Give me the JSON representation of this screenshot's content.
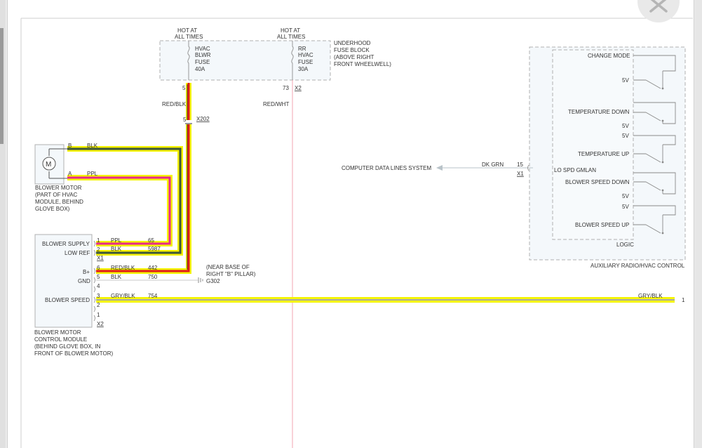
{
  "colors": {
    "highlight": "#f4f400",
    "red": "#e01919",
    "pink": "#e8288a",
    "black": "#222222",
    "green": "#3a7a3a",
    "gray": "#a8a8a8",
    "redwht": "#f3a6b0",
    "box_stroke": "#b0b0b0",
    "box_fill": "#f4f8fb"
  },
  "toolbar": {
    "close_icon": "close-icon"
  },
  "fuse_block": {
    "hot1": [
      "HOT AT",
      "ALL TIMES"
    ],
    "hot2": [
      "HOT AT",
      "ALL TIMES"
    ],
    "fuse1": [
      "HVAC",
      "BLWR",
      "FUSE",
      "40A"
    ],
    "fuse2": [
      "RR",
      "HVAC",
      "FUSE",
      "30A"
    ],
    "label": [
      "UNDERHOOD",
      "FUSE BLOCK",
      "(ABOVE RIGHT",
      "FRONT WHEELWELL)"
    ],
    "pin1": "5",
    "pin2": "73",
    "connector": "X2"
  },
  "wires": {
    "redblk_label": "RED/BLK",
    "redwht_label": "RED/WHT",
    "x202_pin": "5",
    "x202": "X202",
    "blk": "BLK",
    "ppl": "PPL",
    "dkgrn": "DK GRN",
    "gryblk_right": "GRY/BLK",
    "gryblk_pin": "1"
  },
  "blower_motor": {
    "symbol": "M",
    "pin_b": "B",
    "pin_a": "A",
    "label": [
      "BLOWER MOTOR",
      "(PART OF HVAC",
      "MODULE, BEHIND",
      "GLOVE BOX)"
    ]
  },
  "control_module": {
    "blower_supply": "BLOWER SUPPLY",
    "low_ref": "LOW REF",
    "x1": "X1",
    "bplus": "B+",
    "gnd": "GND",
    "blower_speed": "BLOWER SPEED",
    "x2": "X2",
    "pins": [
      "1",
      "2",
      "6",
      "5",
      "4",
      "3",
      "2",
      "1"
    ],
    "rows": [
      {
        "pin": "1",
        "color": "PPL",
        "circuit": "65"
      },
      {
        "pin": "2",
        "color": "BLK",
        "circuit": "5987"
      },
      {
        "pin": "6",
        "color": "RED/BLK",
        "circuit": "442"
      },
      {
        "pin": "5",
        "color": "BLK",
        "circuit": "750"
      },
      {
        "pin": "3",
        "color": "GRY/BLK",
        "circuit": "754"
      }
    ],
    "label": [
      "BLOWER MOTOR",
      "CONTROL MODULE",
      "(BEHIND GLOVE BOX, IN",
      "FRONT OF BLOWER MOTOR)"
    ]
  },
  "ground": {
    "note": [
      "(NEAR BASE OF",
      "RIGHT \"B\" PILLAR)"
    ],
    "id": "G302"
  },
  "aux": {
    "computer_data": "COMPUTER DATA LINES SYSTEM",
    "pin": "15",
    "x1": "X1",
    "lo_spd": "LO SPD GMLAN",
    "change_mode": "CHANGE MODE",
    "fivev": "5V",
    "temp_down": "TEMPERATURE DOWN",
    "temp_up": "TEMPERATURE UP",
    "blower_down": "BLOWER SPEED DOWN",
    "blower_up": "BLOWER SPEED UP",
    "logic": "LOGIC",
    "label": "AUXILIARY RADIO/HVAC CONTROL"
  }
}
